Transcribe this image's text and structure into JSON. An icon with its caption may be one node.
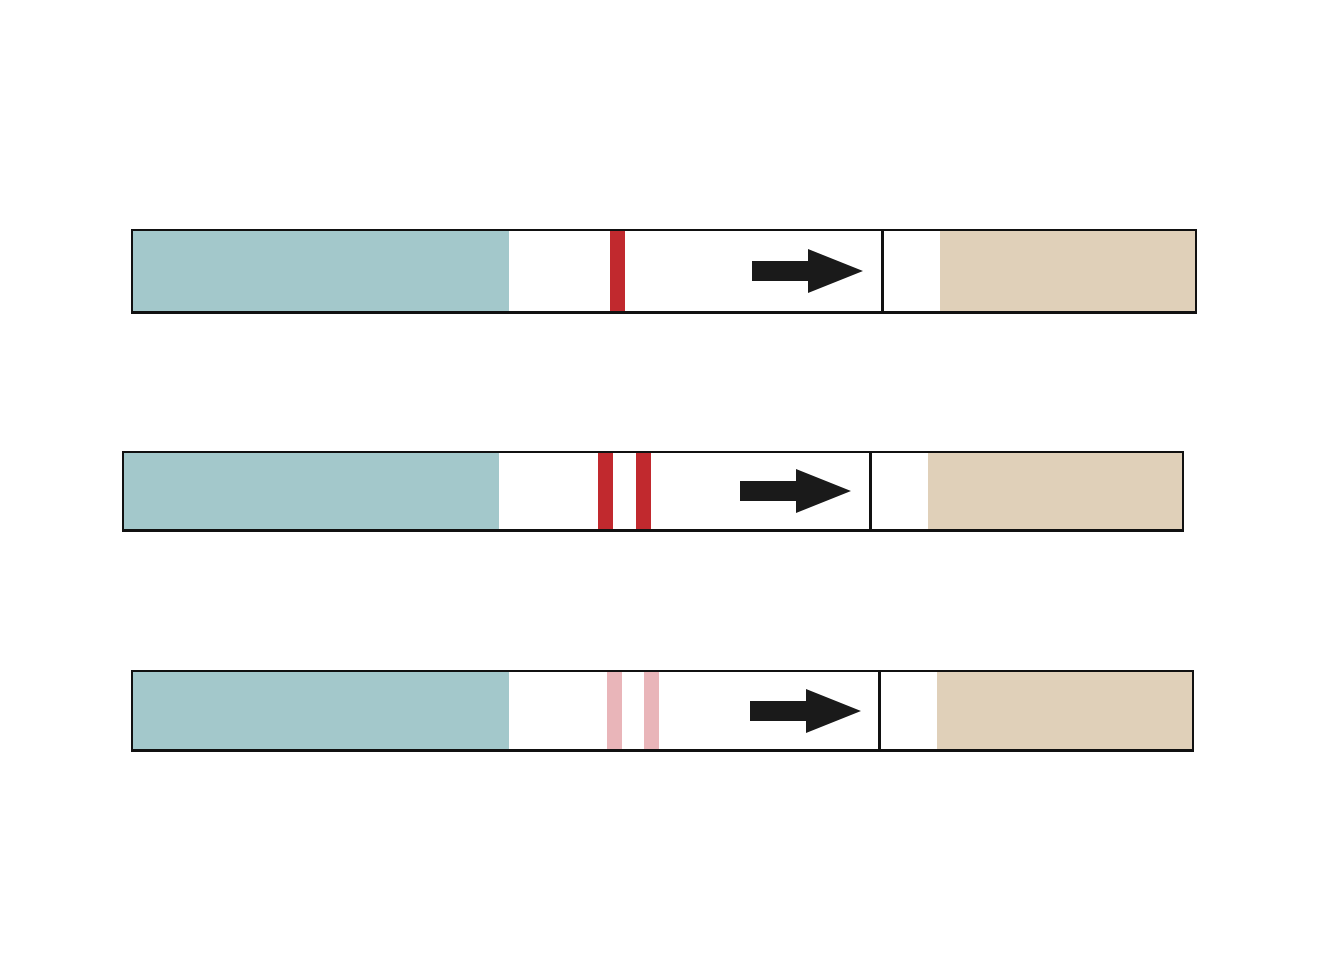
{
  "diagram": {
    "nodes": [
      {
        "text": [],
        "shape": "strip"
      },
      {
        "text": [],
        "shape": "box",
        "in": 0
      },
      {
        "text": [],
        "shape": "bar",
        "in": 0
      },
      {
        "text": [],
        "shape": "box",
        "in": 0
      },
      {
        "text": [],
        "shape": "strip"
      },
      {
        "text": [],
        "shape": "box",
        "in": 4
      },
      {
        "text": [],
        "shape": "bar",
        "in": 4
      },
      {
        "text": [],
        "shape": "bar",
        "in": 4
      },
      {
        "text": [],
        "shape": "box",
        "in": 4
      },
      {
        "text": [],
        "shape": "strip"
      },
      {
        "text": [],
        "shape": "box",
        "in": 9
      },
      {
        "text": [],
        "shape": "bar",
        "in": 9
      },
      {
        "text": [],
        "shape": "bar",
        "in": 9
      },
      {
        "text": [],
        "shape": "box",
        "in": 9
      }
    ]
  }
}
